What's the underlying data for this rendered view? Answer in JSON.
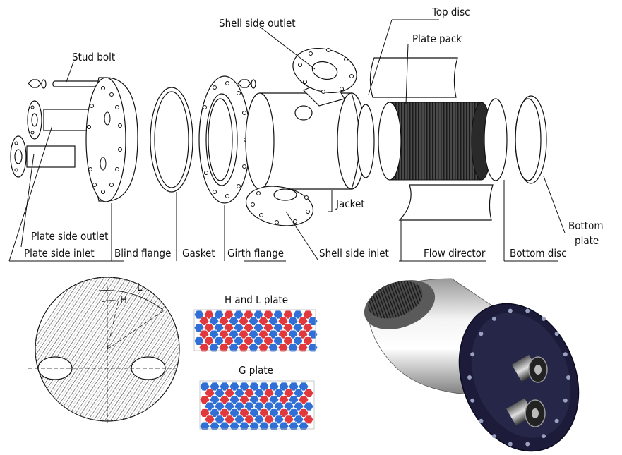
{
  "labels": {
    "stud_bolt": "Stud bolt",
    "shell_side_outlet": "Shell side outlet",
    "top_disc": "Top disc",
    "plate_pack": "Plate pack",
    "jacket": "Jacket",
    "bottom_plate_1": "Bottom",
    "bottom_plate_2": "plate",
    "plate_side_outlet": "Plate side outlet",
    "plate_side_inlet": "Plate side inlet",
    "blind_flange": "Blind flange",
    "gasket": "Gasket",
    "girth_flange": "Girth flange",
    "shell_side_inlet": "Shell side inlet",
    "flow_director": "Flow director",
    "bottom_disc": "Bottom disc",
    "L": "L",
    "H": "H",
    "h_and_l_plate": "H and L plate",
    "g_plate": "G plate"
  },
  "colors": {
    "red": "#e0383c",
    "blue": "#2f6fd6",
    "flange_dark": "#1c1c3a",
    "steel": "#c8c8c8"
  }
}
